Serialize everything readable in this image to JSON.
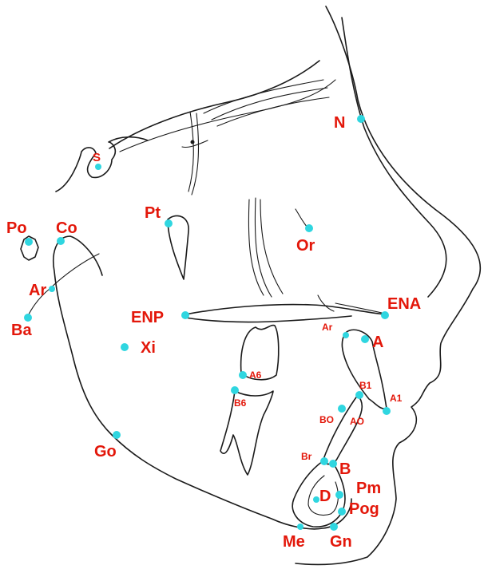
{
  "colors": {
    "landmark_point": "#2fd6e0",
    "label_text": "#e3170a",
    "outline": "#1a1a1a"
  },
  "landmarks": [
    {
      "id": "N",
      "label": "N"
    },
    {
      "id": "S",
      "label": "S"
    },
    {
      "id": "Po",
      "label": "Po"
    },
    {
      "id": "Co",
      "label": "Co"
    },
    {
      "id": "Pt",
      "label": "Pt"
    },
    {
      "id": "Or",
      "label": "Or"
    },
    {
      "id": "Ar",
      "label": "Ar"
    },
    {
      "id": "Ba",
      "label": "Ba"
    },
    {
      "id": "ENP",
      "label": "ENP"
    },
    {
      "id": "ENA",
      "label": "ENA"
    },
    {
      "id": "Xi",
      "label": "Xi"
    },
    {
      "id": "Ar2",
      "label": "Ar"
    },
    {
      "id": "A",
      "label": "A"
    },
    {
      "id": "A6",
      "label": "A6"
    },
    {
      "id": "B6",
      "label": "B6"
    },
    {
      "id": "B1",
      "label": "B1"
    },
    {
      "id": "A1",
      "label": "A1"
    },
    {
      "id": "BO",
      "label": "BO"
    },
    {
      "id": "AO",
      "label": "AO"
    },
    {
      "id": "Go",
      "label": "Go"
    },
    {
      "id": "Br",
      "label": "Br"
    },
    {
      "id": "B",
      "label": "B"
    },
    {
      "id": "Pm",
      "label": "Pm"
    },
    {
      "id": "D",
      "label": "D"
    },
    {
      "id": "Pog",
      "label": "Pog"
    },
    {
      "id": "Me",
      "label": "Me"
    },
    {
      "id": "Gn",
      "label": "Gn"
    }
  ]
}
